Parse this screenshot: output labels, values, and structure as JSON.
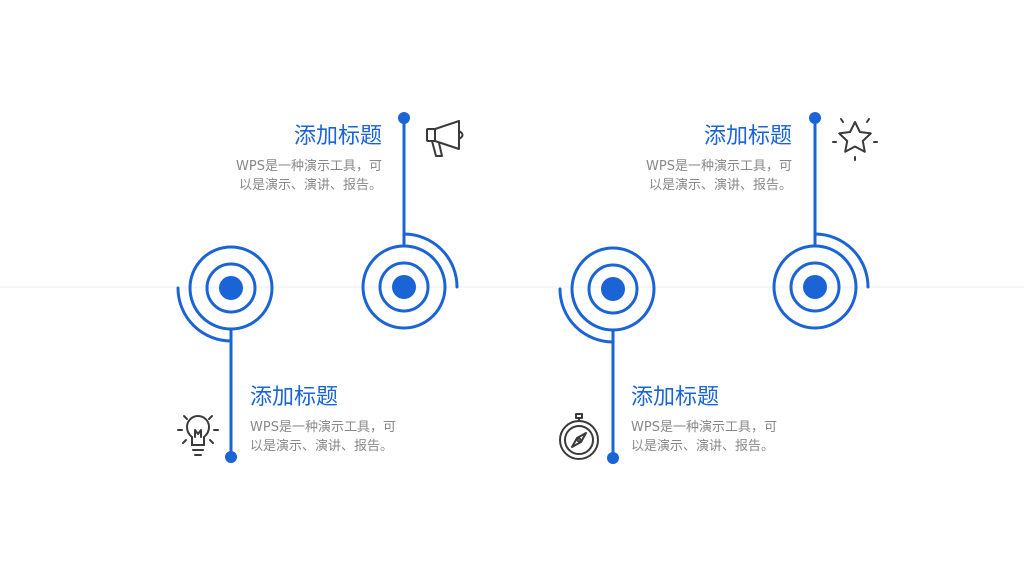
{
  "colors": {
    "accent": "#1a64d6",
    "icon": "#3a3a3a",
    "text_muted": "#888888",
    "divider": "#eeeeee"
  },
  "items": [
    {
      "title": "添加标题",
      "desc_line1": "WPS是一种演示工具，可",
      "desc_line2": "以是演示、演讲、报告。",
      "icon": "megaphone-icon"
    },
    {
      "title": "添加标题",
      "desc_line1": "WPS是一种演示工具，可",
      "desc_line2": "以是演示、演讲、报告。",
      "icon": "lightbulb-icon"
    },
    {
      "title": "添加标题",
      "desc_line1": "WPS是一种演示工具，可",
      "desc_line2": "以是演示、演讲、报告。",
      "icon": "star-icon"
    },
    {
      "title": "添加标题",
      "desc_line1": "WPS是一种演示工具，可",
      "desc_line2": "以是演示、演讲、报告。",
      "icon": "compass-icon"
    }
  ]
}
